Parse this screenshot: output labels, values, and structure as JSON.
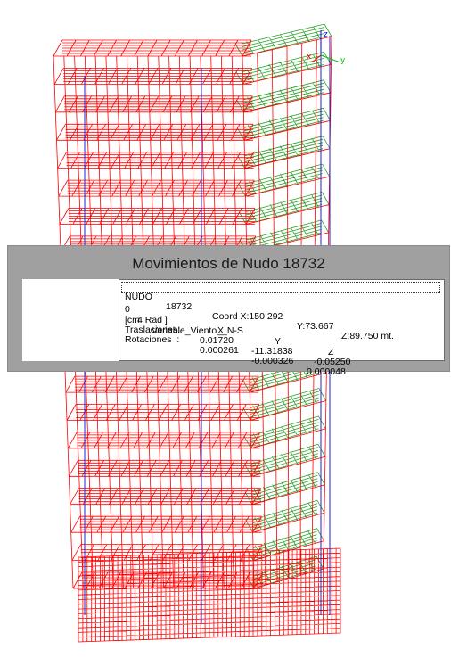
{
  "axes": {
    "z_label": "z",
    "x_label": "x",
    "y_label": "y"
  },
  "colors": {
    "frame_red": "#ff0000",
    "frame_green": "#2aa02a",
    "column_blue": "#2020d0",
    "dialog_bg": "#a0a0a0"
  },
  "model": {
    "levels": 19,
    "base_levels": 6
  },
  "dialog": {
    "title": "Movimientos de Nudo 18732",
    "node_line": {
      "node_label": "NUDO",
      "node_id": "18732",
      "coord_label": "Coord X:150.292",
      "coord_y": "Y:73.667",
      "coord_z": "Z:89.750 mt."
    },
    "load_case": {
      "col1": "0",
      "col2": "4",
      "name": "Variable_Viento__N-S"
    },
    "table": {
      "units": "[cm  Rad ]",
      "headers": [
        "X",
        "Y",
        "Z"
      ],
      "rows": [
        {
          "label": "Traslaciones:",
          "values": [
            "0.01720",
            "-11.31838",
            "-0.05250"
          ]
        },
        {
          "label": "Rotaciones  :",
          "values": [
            "0.000261",
            "-0.000326",
            "0.000048"
          ]
        }
      ]
    }
  }
}
